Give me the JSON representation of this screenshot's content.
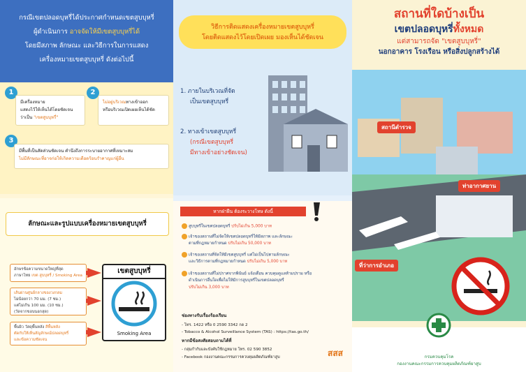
{
  "left_panel": {
    "intro": {
      "line1": "กรณีเขตปลอดบุหรี่ได้ประกาศกำหนดเขตสูบบุหรี่",
      "line2a": "ผู้ดำเนินการ",
      "line2b": "อาจจัดให้มีเขตสูบบุหรี่ได้",
      "line3": "โดยมีสภาพ ลักษณะ และวิธีการในการแสดง",
      "line4": "เครื่องหมายเขตสูบบุหรี่ ดังต่อไปนี้"
    },
    "steps": [
      {
        "num": "1",
        "text_a": "มีเครื่องหมาย",
        "text_b": "แสดงไว้ให้เห็นได้โดยชัดเจน",
        "text_c": "ว่าเป็น",
        "text_d": "\"เขตสูบบุหรี่\""
      },
      {
        "num": "2",
        "text_a": "ไม่อยู่บริเวณ",
        "text_b": "ทางเข้าออก",
        "text_c": "หรือบริเวณเปิดเผยเห็นได้ชัด"
      },
      {
        "num": "3",
        "text_a": "มีพื้นที่เป็นสัดส่วนชัดเจน คำนึงถึงการระบายอากาศที่เหมาะสม",
        "text_b": "ไม่มีลักษณะที่อาจก่อให้เกิดความเดือดร้อนรำคาญแก่ผู้อื่น"
      }
    ],
    "section_title": "ลักษณะและรูปแบบเครื่องหมายเขตสูบบุหรี่",
    "spec_blocks": [
      {
        "a": "อักษรข้อความขนาดใหญ่ที่สุด",
        "b": "ภาษาไทย",
        "c": "เขต สูบบุหรี่ / Smoking Area"
      },
      {
        "a": "เส้นผ่านศูนย์กลางของวงกลม",
        "b": "ไม่น้อยกว่า 70 มม. (7 ซม.)",
        "c": "แต่ไม่เกิน 100 มม. (10 ซม.)",
        "d": "(วัดจากขอบนอกสุด)"
      },
      {
        "a": "พื้นผิว วัสดุพื้นหลัง",
        "b": "สีพื้นหลัง",
        "c": "ตัดกับให้เห็นสัญลักษณ์ปลอดบุหรี่",
        "d": "และข้อความชัดเจน"
      }
    ],
    "sign": {
      "top": "เขตสูบบุหรี่",
      "bottom": "Smoking Area"
    }
  },
  "middle_panel": {
    "banner": {
      "line1": "วิธีการติดแสดงเครื่องหมายเขตสูบบุหรี่",
      "line2": "โดยติดแสดงไว้โดยเปิดเผย มองเห็นได้ชัดเจน"
    },
    "items": [
      {
        "a": "1. ภายในบริเวณที่จัด",
        "b": "เป็นเขตสูบบุหรี่"
      },
      {
        "a": "2. ทางเข้าเขตสูบบุหรี่",
        "b": "(กรณีเขตสูบบุหรี่",
        "c": "มีทางเข้าอย่างชัดเจน)"
      }
    ],
    "warning_title": "หากฝ่าฝืน ต้องระวางโทษ ดังนี้",
    "warnings": [
      {
        "a": "สูบบุหรี่ในเขตปลอดบุหรี่",
        "b": "ปรับไม่เกิน 5,000 บาท"
      },
      {
        "a": "เจ้าของสถานที่ไม่จัดให้เขตปลอดบุหรี่ให้มีสภาพ และลักษณะ",
        "b": "ตามที่กฎหมายกำหนด",
        "c": "ปรับไม่เกิน 50,000 บาท"
      },
      {
        "a": "เจ้าของสถานที่จัดให้มีเขตสูบบุหรี่ แต่ไม่เป็นไปตามลักษณะ",
        "b": "และวิธีการตามที่กฎหมายกำหนด",
        "c": "ปรับไม่เกิน 5,000 บาท"
      },
      {
        "a": "เจ้าของสถานที่ไม่ปราศจากพินันย์ แจ้งเตือน ควบคุมดูแลห้ามปราม หรือ",
        "b": "ดำเนินการอื่นใดเพื่อไม่ให้มีการสูบบุหรี่ในเขตปลอดบุหรี่",
        "c": "ปรับไม่เกิน 3,000 บาท"
      }
    ],
    "contact": {
      "title": "ช่องทางรับเรื่องร้องเรียน",
      "line1": "- โทร. 1422 หรือ 0 2590 3342 กด 2",
      "line2": "- Tobacco & Alcohol Surveillance System (TAS) : https://tas.go.th/",
      "title2": "หากมีข้อสงสัยสอบถามได้ที่",
      "line3": "- กลุ่มกำกับและบังคับใช้กฎหมาย โทร. 02 590 3852",
      "line4": "- Facebook กองงานคณะกรรมการควบคุมผลิตภัณฑ์ยาสูบ"
    },
    "sponsor": "สสส"
  },
  "right_panel": {
    "title1": "สถานที่ใดบ้างเป็น",
    "title2a": "เขตปลอดบุหรี่",
    "title2b": "ทั้งหมด",
    "title3a": "แต่สามารถจัด",
    "title3b": "\"เขตสูบบุหรี่\"",
    "title4": "นอกอาคาร โรงเรือน หรือสิ่งปลูกสร้างได้",
    "tags": {
      "police": "สถานีตำรวจ",
      "airport": "ท่าอากาศยาน",
      "govt": "ที่ว่าการอำเภอ"
    },
    "logo_text": "กรมควบคุมโรค",
    "footer_text": "กองงานคณะกรรมการควบคุมผลิตภัณฑ์ยาสูบ"
  },
  "colors": {
    "blue": "#3d6fc0",
    "red": "#e2422e",
    "orange": "#e3761a",
    "yellow": "#ffe05a",
    "green": "#2a8a46"
  }
}
